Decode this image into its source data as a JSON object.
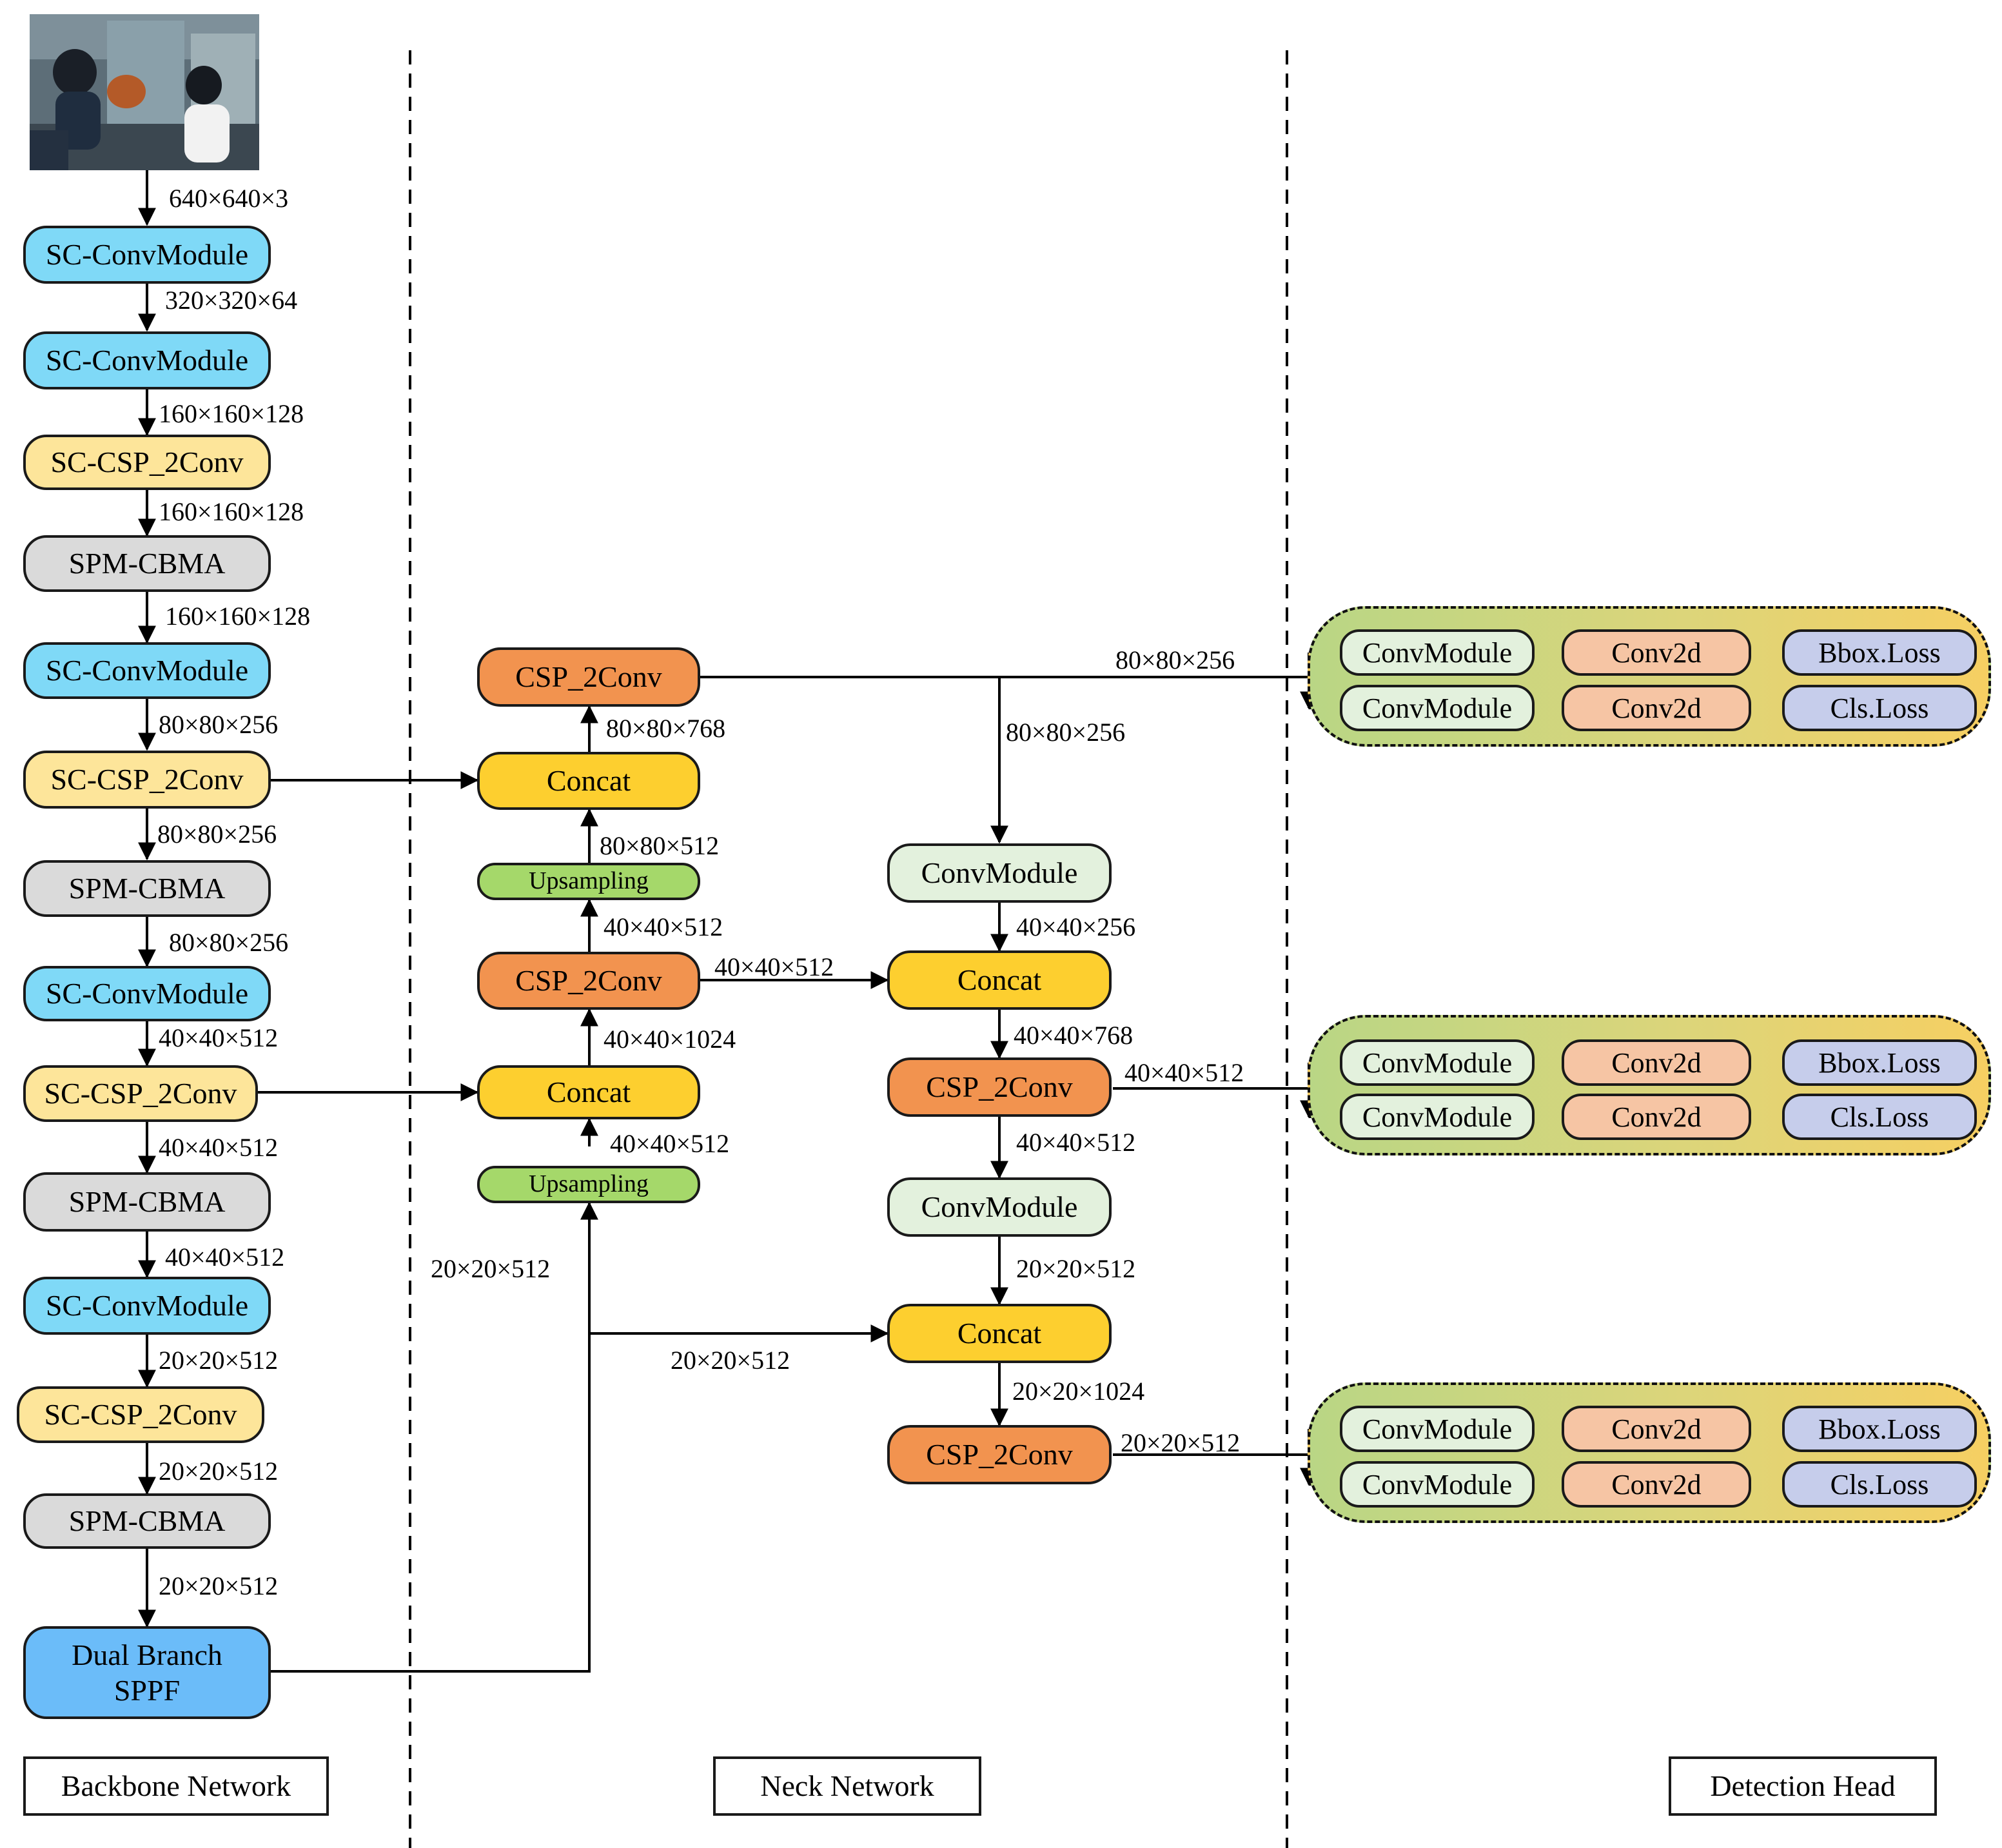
{
  "input_image": {
    "caption": "",
    "colors": {
      "ceiling": "#6c7e87",
      "floor": "#3d4a52",
      "person_a_shirt": "#1f2d3f",
      "person_b_shirt": "#f2f2f2"
    }
  },
  "sections": {
    "backbone": "Backbone Network",
    "neck": "Neck Network",
    "head": "Detection Head"
  },
  "backbone": {
    "blocks": [
      "SC-ConvModule",
      "SC-ConvModule",
      "SC-CSP_2Conv",
      "SPM-CBMA",
      "SC-ConvModule",
      "SC-CSP_2Conv",
      "SPM-CBMA",
      "SC-ConvModule",
      "SC-CSP_2Conv",
      "SPM-CBMA",
      "SC-ConvModule",
      "SC-CSP_2Conv",
      "SPM-CBMA"
    ],
    "sppf_line1": "Dual Branch",
    "sppf_line2": "SPPF",
    "dims": [
      "640×640×3",
      "320×320×64",
      "160×160×128",
      "160×160×128",
      "160×160×128",
      "80×80×256",
      "80×80×256",
      "80×80×256",
      "40×40×512",
      "40×40×512",
      "40×40×512",
      "20×20×512",
      "20×20×512",
      "20×20×512"
    ]
  },
  "neck": {
    "left_column": {
      "csp_top": "CSP_2Conv",
      "concat_top": "Concat",
      "upsampling_top": "Upsampling",
      "csp_mid": "CSP_2Conv",
      "concat_mid": "Concat",
      "upsampling_bottom": "Upsampling",
      "dims": {
        "above_concat_top": "80×80×768",
        "above_upsampling_top": "80×80×512",
        "above_csp_mid": "40×40×512",
        "above_concat_mid": "40×40×1024",
        "above_upsampling_bottom": "40×40×512",
        "sppf_feed": "20×20×512"
      }
    },
    "right_column": {
      "conv_top": "ConvModule",
      "concat_top": "Concat",
      "csp_mid": "CSP_2Conv",
      "conv_mid": "ConvModule",
      "concat_bottom": "Concat",
      "csp_bottom": "CSP_2Conv",
      "dims": {
        "down_from_top": "80×80×256",
        "above_concat_top": "40×40×256",
        "left_to_concat_top": "40×40×512",
        "above_csp_mid": "40×40×768",
        "above_conv_mid": "40×40×512",
        "above_concat_bottom": "20×20×512",
        "left_to_concat_bottom": "20×20×512",
        "above_csp_bottom": "20×20×1024"
      }
    },
    "outputs": [
      "80×80×256",
      "40×40×512",
      "20×20×512"
    ]
  },
  "head": {
    "groups": [
      {
        "conv": [
          "ConvModule",
          "ConvModule"
        ],
        "conv2d": [
          "Conv2d",
          "Conv2d"
        ],
        "loss": [
          "Bbox.Loss",
          "Cls.Loss"
        ]
      },
      {
        "conv": [
          "ConvModule",
          "ConvModule"
        ],
        "conv2d": [
          "Conv2d",
          "Conv2d"
        ],
        "loss": [
          "Bbox.Loss",
          "Cls.Loss"
        ]
      },
      {
        "conv": [
          "ConvModule",
          "ConvModule"
        ],
        "conv2d": [
          "Conv2d",
          "Conv2d"
        ],
        "loss": [
          "Bbox.Loss",
          "Cls.Loss"
        ]
      }
    ]
  },
  "colors": {
    "sc_convmodule": "#7fd9f7",
    "sc_csp": "#fde59a",
    "spm_cbma": "#dadada",
    "sppf": "#6bbcf9",
    "csp_2conv": "#f2934f",
    "concat": "#fdcf2f",
    "upsampling": "#a5d86a",
    "convmodule": "#e3f1dd",
    "conv2d": "#f6c5a4",
    "loss": "#c6cdeb"
  }
}
